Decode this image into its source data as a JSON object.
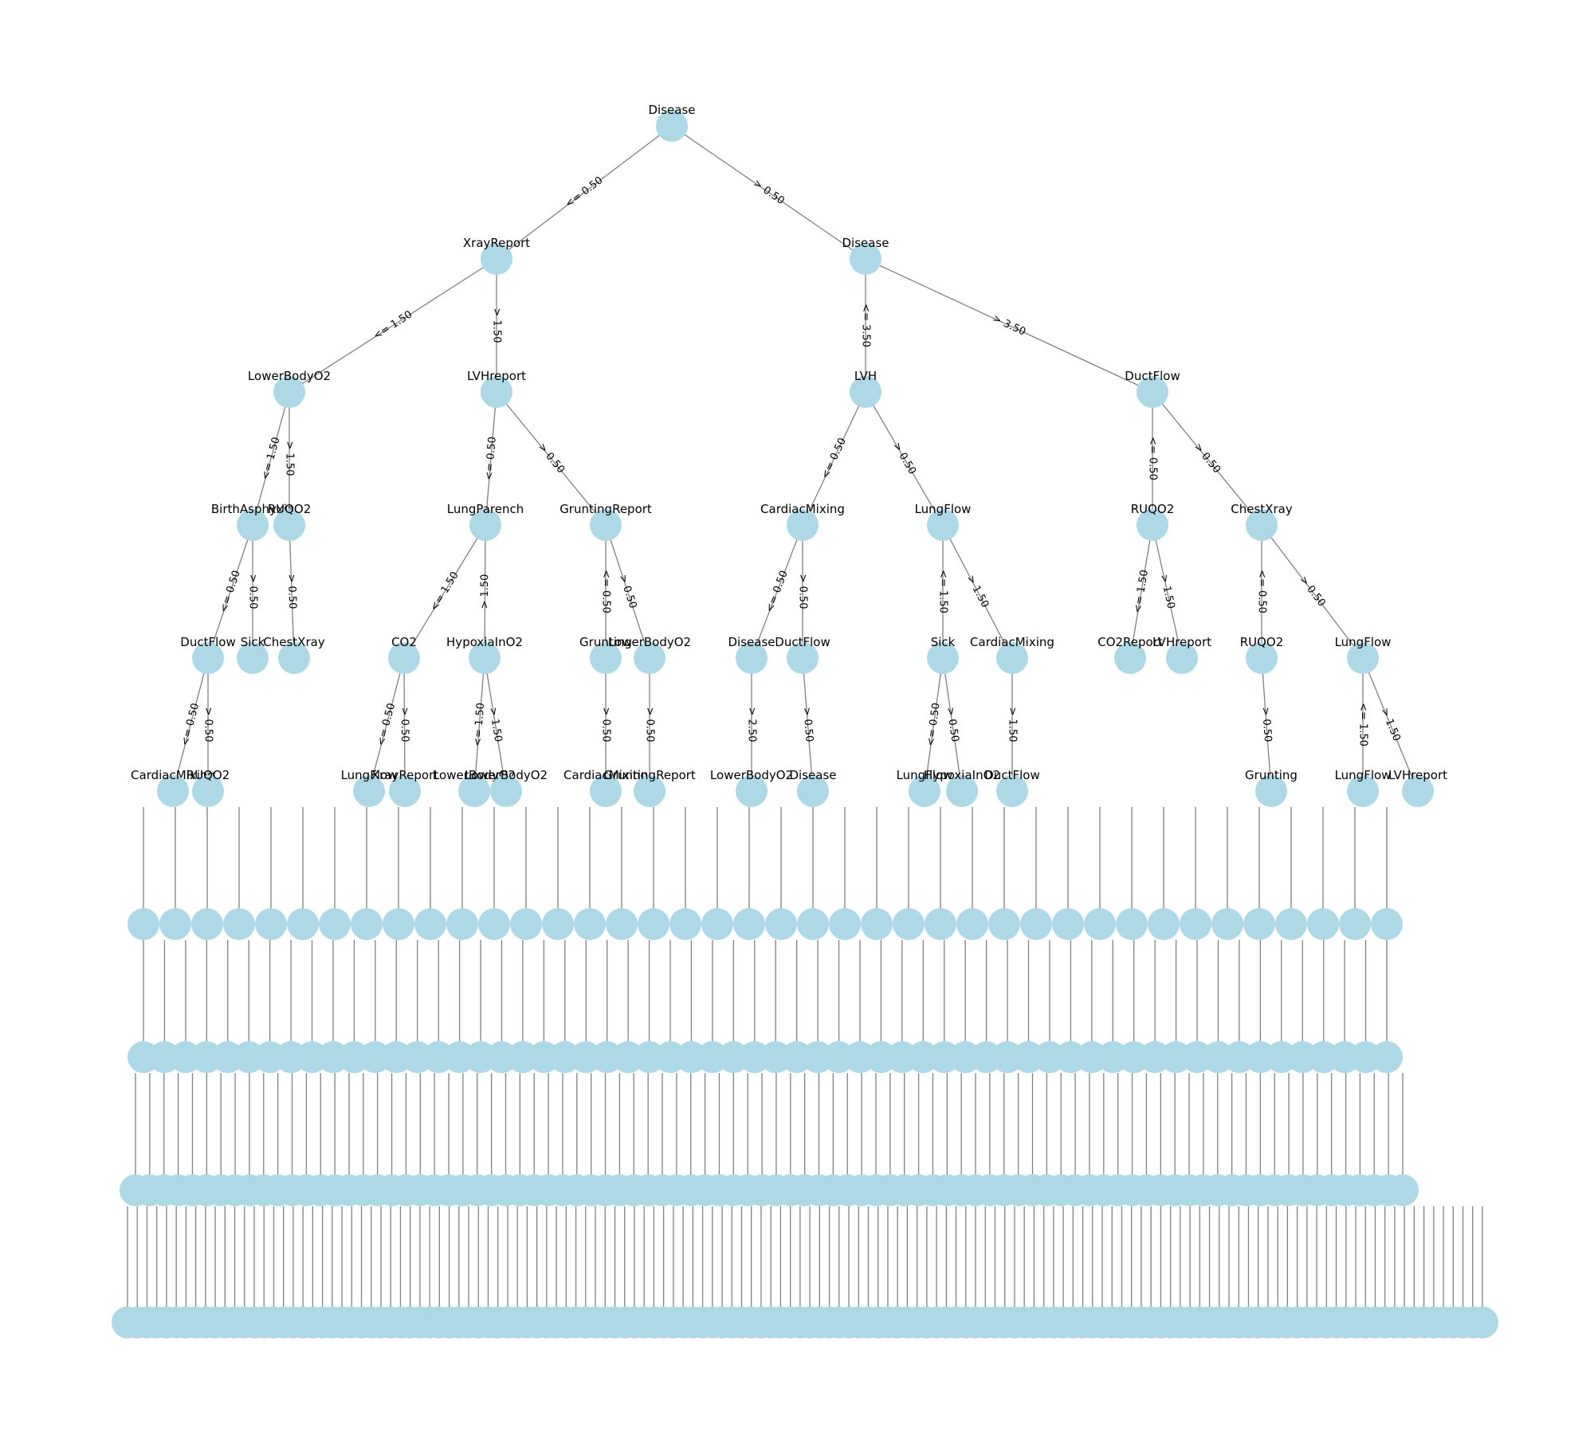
{
  "diagram": {
    "type": "decision-tree",
    "colors": {
      "node": "#add8e6",
      "edge": "#808080",
      "background": "#ffffff"
    },
    "nodes": [
      {
        "id": "n0",
        "label": "Disease"
      },
      {
        "id": "n1",
        "label": "XrayReport"
      },
      {
        "id": "n2",
        "label": "Disease"
      },
      {
        "id": "n3",
        "label": "LowerBodyO2"
      },
      {
        "id": "n4",
        "label": "LVHreport"
      },
      {
        "id": "n5",
        "label": "LVH"
      },
      {
        "id": "n6",
        "label": "DuctFlow"
      },
      {
        "id": "n7",
        "label": "BirthAsphyxia"
      },
      {
        "id": "n8",
        "label": "RUQO2"
      },
      {
        "id": "n9",
        "label": "LungParench"
      },
      {
        "id": "n10",
        "label": "GruntingReport"
      },
      {
        "id": "n11",
        "label": "CardiacMixing"
      },
      {
        "id": "n12",
        "label": "LungFlow"
      },
      {
        "id": "n13",
        "label": "RUQO2"
      },
      {
        "id": "n14",
        "label": "ChestXray"
      },
      {
        "id": "n15",
        "label": "DuctFlow"
      },
      {
        "id": "n16",
        "label": "Sick"
      },
      {
        "id": "n17",
        "label": "ChestXray"
      },
      {
        "id": "n18",
        "label": "CO2"
      },
      {
        "id": "n19",
        "label": "HypoxiaInO2"
      },
      {
        "id": "n20",
        "label": "Grunting"
      },
      {
        "id": "n21",
        "label": "LowerBodyO2"
      },
      {
        "id": "n22",
        "label": "Disease"
      },
      {
        "id": "n23",
        "label": "DuctFlow"
      },
      {
        "id": "n24",
        "label": "Sick"
      },
      {
        "id": "n25",
        "label": "CardiacMixing"
      },
      {
        "id": "n26",
        "label": "CO2Report"
      },
      {
        "id": "n27",
        "label": "LVHreport"
      },
      {
        "id": "n28",
        "label": "RUQO2"
      },
      {
        "id": "n29",
        "label": "LungFlow"
      },
      {
        "id": "n30",
        "label": "CardiacMixing"
      },
      {
        "id": "n31",
        "label": "RUQO2"
      },
      {
        "id": "n32",
        "label": "LungFlow"
      },
      {
        "id": "n33",
        "label": "XrayReport"
      },
      {
        "id": "n34",
        "label": "LowerBodyO2"
      },
      {
        "id": "n35",
        "label": "LowerBodyO2"
      },
      {
        "id": "n36",
        "label": "CardiacMixing"
      },
      {
        "id": "n37",
        "label": "GruntingReport"
      },
      {
        "id": "n38",
        "label": "LowerBodyO2"
      },
      {
        "id": "n39",
        "label": "Disease"
      },
      {
        "id": "n40",
        "label": "LungFlow"
      },
      {
        "id": "n41",
        "label": "HypoxiaInO2"
      },
      {
        "id": "n42",
        "label": "DuctFlow"
      },
      {
        "id": "n43",
        "label": "LungFlow"
      },
      {
        "id": "n44",
        "label": "LVHreport"
      },
      {
        "id": "n45",
        "label": "Grunting"
      }
    ],
    "edges": [
      {
        "from": "n0",
        "to": "n1",
        "label": "<= 0.50"
      },
      {
        "from": "n0",
        "to": "n2",
        "label": "> 0.50"
      },
      {
        "from": "n1",
        "to": "n3",
        "label": "<= 1.50"
      },
      {
        "from": "n1",
        "to": "n4",
        "label": "> 1.50"
      },
      {
        "from": "n2",
        "to": "n5",
        "label": "<= 3.50"
      },
      {
        "from": "n2",
        "to": "n6",
        "label": "> 3.50"
      },
      {
        "from": "n3",
        "to": "n7",
        "label": "<= 1.50"
      },
      {
        "from": "n3",
        "to": "n8",
        "label": "> 1.50"
      },
      {
        "from": "n4",
        "to": "n9",
        "label": "<= 0.50"
      },
      {
        "from": "n4",
        "to": "n10",
        "label": "> 0.50"
      },
      {
        "from": "n5",
        "to": "n11",
        "label": "<= 0.50"
      },
      {
        "from": "n5",
        "to": "n12",
        "label": "> 0.50"
      },
      {
        "from": "n6",
        "to": "n13",
        "label": "<= 0.50"
      },
      {
        "from": "n6",
        "to": "n14",
        "label": "> 0.50"
      },
      {
        "from": "n7",
        "to": "n15",
        "label": "<= 0.50"
      },
      {
        "from": "n7",
        "to": "n16",
        "label": "> 0.50"
      },
      {
        "from": "n8",
        "to": "n17",
        "label": "> 0.50"
      },
      {
        "from": "n9",
        "to": "n18",
        "label": "<= 1.50"
      },
      {
        "from": "n9",
        "to": "n19",
        "label": "> 1.50"
      },
      {
        "from": "n10",
        "to": "n20",
        "label": "<= 0.50"
      },
      {
        "from": "n10",
        "to": "n21",
        "label": "> 0.50"
      },
      {
        "from": "n11",
        "to": "n22",
        "label": "<= 0.50"
      },
      {
        "from": "n11",
        "to": "n23",
        "label": "> 0.50"
      },
      {
        "from": "n12",
        "to": "n24",
        "label": "<= 1.50"
      },
      {
        "from": "n12",
        "to": "n25",
        "label": "> 1.50"
      },
      {
        "from": "n13",
        "to": "n26",
        "label": "<= 1.50"
      },
      {
        "from": "n13",
        "to": "n27",
        "label": "> 1.50"
      },
      {
        "from": "n14",
        "to": "n28",
        "label": "<= 0.50"
      },
      {
        "from": "n14",
        "to": "n29",
        "label": "> 0.50"
      },
      {
        "from": "n15",
        "to": "n30",
        "label": "<= 0.50"
      },
      {
        "from": "n15",
        "to": "n31",
        "label": "> 0.50"
      },
      {
        "from": "n18",
        "to": "n32",
        "label": "<= 0.50"
      },
      {
        "from": "n18",
        "to": "n33",
        "label": "> 0.50"
      },
      {
        "from": "n19",
        "to": "n34",
        "label": "<= 1.50"
      },
      {
        "from": "n19",
        "to": "n35",
        "label": "> 1.50"
      },
      {
        "from": "n20",
        "to": "n36",
        "label": "> 0.50"
      },
      {
        "from": "n21",
        "to": "n37",
        "label": "> 0.50"
      },
      {
        "from": "n22",
        "to": "n38",
        "label": "> 2.50"
      },
      {
        "from": "n23",
        "to": "n39",
        "label": "> 0.50"
      },
      {
        "from": "n24",
        "to": "n40",
        "label": "<= 0.50"
      },
      {
        "from": "n24",
        "to": "n41",
        "label": "> 0.50"
      },
      {
        "from": "n25",
        "to": "n42",
        "label": "> 1.50"
      },
      {
        "from": "n29",
        "to": "n43",
        "label": "<= 1.50"
      },
      {
        "from": "n29",
        "to": "n44",
        "label": "> 1.50"
      },
      {
        "from": "n28",
        "to": "n45",
        "label": "> 0.50"
      }
    ],
    "dense_rows": [
      {
        "row": 6,
        "count": 40
      },
      {
        "row": 7,
        "count": 60
      },
      {
        "row": 8,
        "count": 90
      },
      {
        "row": 9,
        "count": 140
      }
    ]
  }
}
